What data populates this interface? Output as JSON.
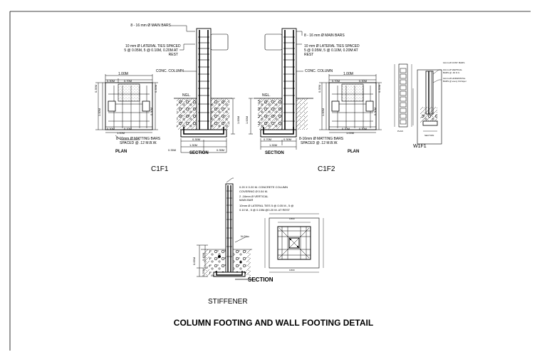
{
  "drawing": {
    "title": "COLUMN FOOTING AND WALL FOOTING DETAIL",
    "c1f1": {
      "caption": "C1F1",
      "main_bars": "8 - 16 mm Ø MAIN BARS",
      "ties_line1": "10 mm Ø LATERAL TIES SPACED",
      "ties_line2": "5 @ 0.05M, 5 @ 0.10M, 0.20M AT",
      "ties_line3": "REST",
      "conc_column": "CONC. COLUMN",
      "ngl": "NGL.",
      "matting1": "8-16mm Ø MATTING BARS",
      "matting2": "SPACED @ .12 M.B.W.",
      "plan": "PLAN",
      "section": "SECTION",
      "dim_100": "1.00M",
      "dim_070": "0.70M",
      "dim_030": "0.30M",
      "dim_035": "0.35M",
      "dim_130": "1.30M",
      "dim_010": "0.10M"
    },
    "c1f2": {
      "caption": "C1F2",
      "main_bars": "8 - 16 mm Ø MAIN BARS",
      "ties_line1": "10 mm Ø LATERAL TIES SPACED",
      "ties_line2": "5 @ 0.05M, 5 @ 0.10M, 0.20M AT",
      "ties_line3": "REST",
      "conc_column": "CONC. COLUMN",
      "ngl": "NGL.",
      "matting1": "8-16mm Ø MATTING BARS",
      "matting2": "SPACED @ .12 M.B.W.",
      "plan": "PLAN",
      "section": "SECTION",
      "dim_100": "1.00M",
      "dim_070": "0.70M",
      "dim_030": "0.30M",
      "dim_035": "0.35M",
      "dim_130": "1.30M"
    },
    "w1f1": {
      "caption": "W1F1",
      "note1": "12mm Ø CONT. BARS",
      "note2": "10mm Ø VERTICAL",
      "note3": "BARS @ .40 O.C.",
      "note4": "12mm Ø HORIZONTAL",
      "note5": "BARS @ every 3rd layer",
      "plan": "PLAN",
      "section": "SECTION"
    },
    "stiffener": {
      "caption": "STIFFENER",
      "note1": "0.20 X 0.20 M. CONCRETE COLUMN",
      "note2": "COVERING Ø 0.04 M.",
      "note3": "2 -16mm Ø VERTICAL",
      "note4": "MAIN BAR",
      "note5": "10mm Ø LATERAL TIES 5 @ 0.05 M., 5 @",
      "note6": "0.10 M., 5 @ 0.15M.@0.20 M. AT REST",
      "ngl": "N.G.L.",
      "section": "SECTION",
      "dim_065": "0.65M",
      "dim_040": "0.40M",
      "dim_025": "0.25M",
      "plan_dim": "0.800"
    }
  },
  "colors": {
    "ink": "#000000",
    "paper": "#ffffff",
    "frame": "#000000"
  }
}
